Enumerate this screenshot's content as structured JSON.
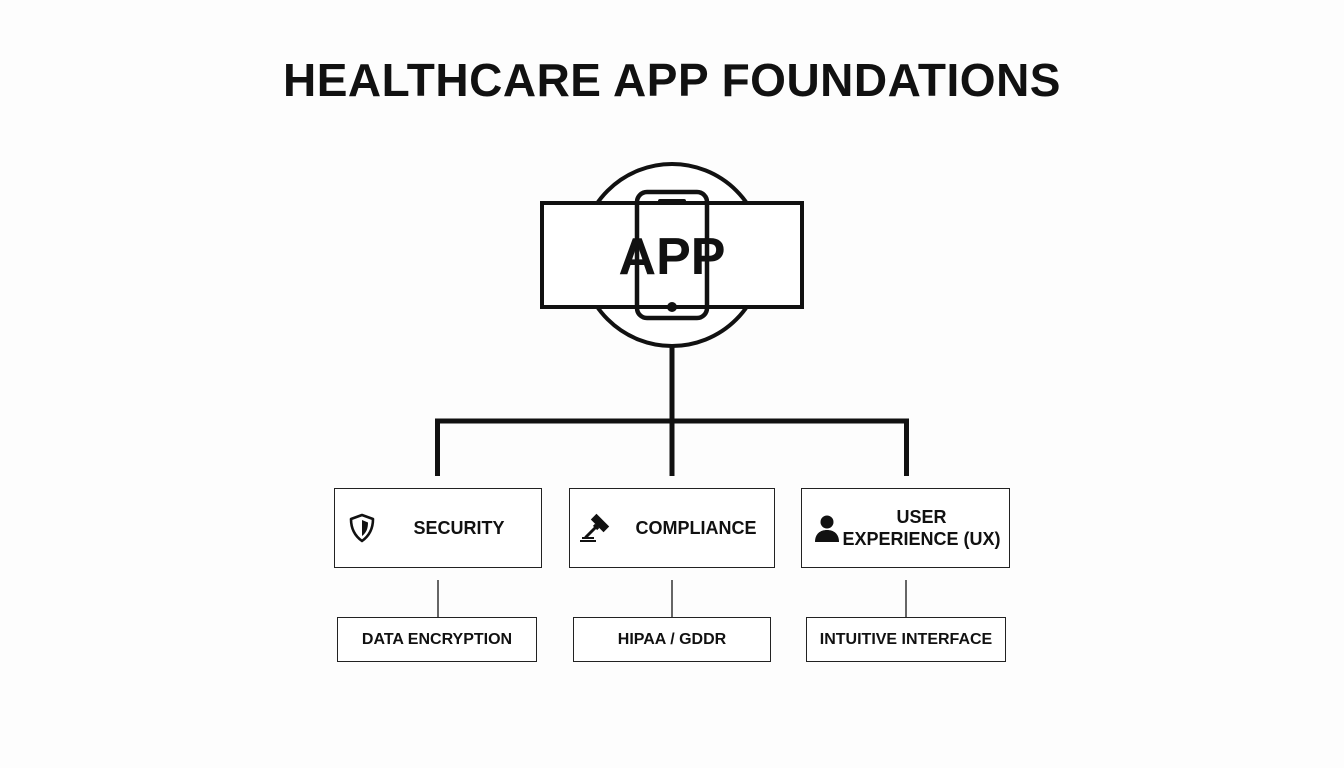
{
  "title": "HEALTHCARE APP FOUNDATIONS",
  "root": {
    "label": "APP",
    "icon": "smartphone-icon"
  },
  "pillars": [
    {
      "label": "SECURITY",
      "icon": "shield-icon",
      "detail": "DATA ENCRYPTION"
    },
    {
      "label": "COMPLIANCE",
      "icon": "gavel-icon",
      "detail": "HIPAA / GDDR"
    },
    {
      "label": "USER EXPERIENCE (UX)",
      "icon": "user-icon",
      "detail": "INTUITIVE INTERFACE"
    }
  ]
}
